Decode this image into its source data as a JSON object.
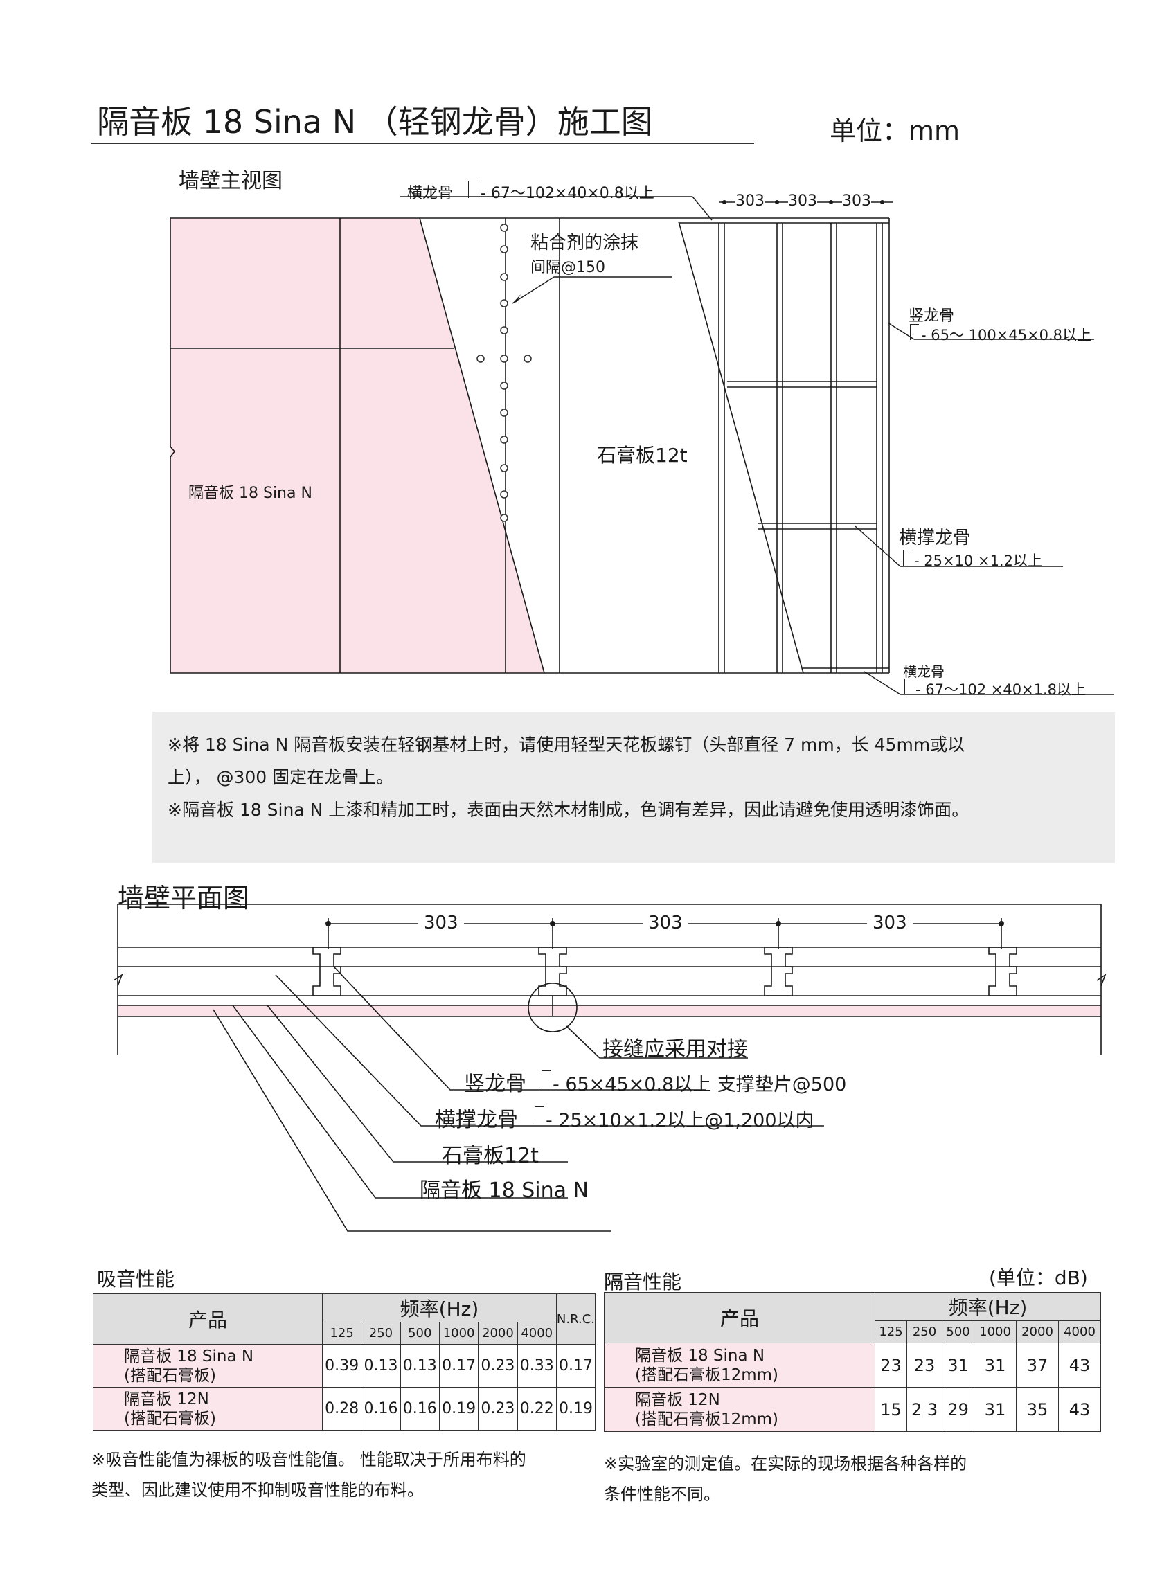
{
  "header": {
    "title": "隔音板 18 Sina N （轻钢龙骨）施工图",
    "unit": "单位：mm"
  },
  "front_view": {
    "title": "墙壁主视图",
    "top_runner_label": "横龙骨",
    "top_runner_spec": "- 67～102×40×0.8以上",
    "spacings": [
      "303",
      "303",
      "303"
    ],
    "adhesive_line1": "粘合剂的涂抹",
    "adhesive_line2": "间隔@150",
    "stud_label": "竖龙骨",
    "stud_spec": "- 65～ 100×45×0.8以上",
    "gypsum_label": "石膏板12t",
    "panel_label": "隔音板 18 Sina N",
    "brace_label": "横撑龙骨",
    "brace_spec": "- 25×10 ×1.2以上",
    "bottom_runner_label": "横龙骨",
    "bottom_runner_spec": "- 67～102 ×40×1.8以上"
  },
  "notes": [
    "※将 18 Sina N 隔音板安装在轻钢基材上时，请使用轻型天花板螺钉（头部直径 7 mm，长 45mm或以",
    "上），  @300 固定在龙骨上。",
    "※隔音板 18 Sina N 上漆和精加工时，表面由天然木材制成，色调有差异，因此请避免使用透明漆饰面。"
  ],
  "plan_view": {
    "title": "墙壁平面图",
    "spacings": [
      "303",
      "303",
      "303"
    ],
    "joint_note": "接缝应采用对接",
    "stud_callout": "竖龙骨",
    "stud_spec": "- 65×45×0.8以上   支撑垫片@500",
    "brace_callout": "横撑龙骨",
    "brace_spec": "- 25×10×1.2以上@1,200以内",
    "gypsum_callout": "石膏板12t",
    "panel_callout": "隔音板 18 Sina N"
  },
  "absorption": {
    "title": "吸音性能",
    "product_header": "产品",
    "freq_header": "频率(Hz)",
    "nrc_header": "N.R.C.",
    "frequencies": [
      "125",
      "250",
      "500",
      "1000",
      "2000",
      "4000"
    ],
    "rows": [
      {
        "name1": "隔音板 18 Sina N",
        "name2": "(搭配石膏板)",
        "values": [
          "0.39",
          "0.13",
          "0.13",
          "0.17",
          "0.23",
          "0.33"
        ],
        "nrc": "0.17"
      },
      {
        "name1": "隔音板 12N",
        "name2": "(搭配石膏板)",
        "values": [
          "0.28",
          "0.16",
          "0.16",
          "0.19",
          "0.23",
          "0.22"
        ],
        "nrc": "0.19"
      }
    ],
    "note_line1": "※吸音性能值为裸板的吸音性能值。 性能取决于所用布料的",
    "note_line2": "类型、因此建议使用不抑制吸音性能的布料。"
  },
  "insulation": {
    "title": "隔音性能",
    "unit": "(单位：dB)",
    "product_header": "产品",
    "freq_header": "频率(Hz)",
    "frequencies": [
      "125",
      "250",
      "500",
      "1000",
      "2000",
      "4000"
    ],
    "rows": [
      {
        "name1": "隔音板 18 Sina N",
        "name2": "(搭配石膏板12mm)",
        "values": [
          "23",
          "23",
          "31",
          "31",
          "37",
          "43"
        ]
      },
      {
        "name1": "隔音板 12N",
        "name2": "(搭配石膏板12mm)",
        "values": [
          "15",
          "2 3",
          "29",
          "31",
          "35",
          "43"
        ]
      }
    ],
    "note_line1": "※实验室的测定值。在实际的现场根据各种各样的",
    "note_line2": "条件性能不同。"
  },
  "colors": {
    "panel_pink": "#fbe1e8",
    "table_pink": "#fbe6ec",
    "note_gray": "#ececec",
    "line": "#1a1a1a"
  }
}
